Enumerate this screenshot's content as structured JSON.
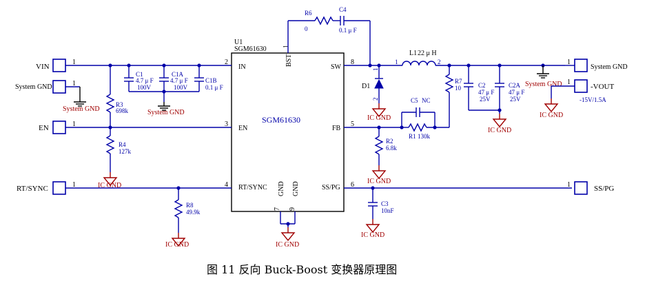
{
  "chip": {
    "ref": "U1",
    "part": "SGM61630",
    "body": "SGM61630",
    "pins": {
      "in": "IN",
      "en": "EN",
      "rt": "RT/SYNC",
      "bst": "BST",
      "sw": "SW",
      "fb": "FB",
      "sspg": "SS/PG",
      "gnd1": "GND",
      "gnd2": "GND"
    },
    "pin_numbers": {
      "in": "2",
      "en": "3",
      "rt": "4",
      "bst": "1",
      "sw": "8",
      "fb": "5",
      "sspg": "6",
      "gnd1": "7",
      "gnd2": "9"
    }
  },
  "ports": {
    "vin": "VIN",
    "sysgnd_left": "System GND",
    "en": "EN",
    "rtsync": "RT/SYNC",
    "sysgnd_right": "System GND",
    "vout": "-VOUT",
    "sspg": "SS/PG",
    "vout_note": "-15V/1.5A",
    "num": "1"
  },
  "components": {
    "C1": {
      "ref": "C1",
      "v1": "4.7 μ F",
      "v2": "100V"
    },
    "C1A": {
      "ref": "C1A",
      "v1": "4.7 μ F",
      "v2": "100V"
    },
    "C1B": {
      "ref": "C1B",
      "v1": "0.1 μ F"
    },
    "R3": {
      "ref": "R3",
      "v": "698k"
    },
    "R4": {
      "ref": "R4",
      "v": "127k"
    },
    "R8": {
      "ref": "R8",
      "v": "49.9k"
    },
    "R6": {
      "ref": "R6",
      "v": "0"
    },
    "C4": {
      "ref": "C4",
      "v": "0.1 μ F"
    },
    "L1": {
      "ref": "L1",
      "v": "22 μ H",
      "p1": "1",
      "p2": "2"
    },
    "D1": {
      "ref": "D1",
      "p1": "1",
      "p2": "2"
    },
    "R7": {
      "ref": "R7",
      "v": "10"
    },
    "C5": {
      "ref": "C5",
      "v": "NC"
    },
    "R1": {
      "ref": "R1",
      "v": "130k"
    },
    "R2": {
      "ref": "R2",
      "v": "6.8k"
    },
    "C3": {
      "ref": "C3",
      "v": "10nF"
    },
    "C2": {
      "ref": "C2",
      "v1": "47 μ F",
      "v2": "25V"
    },
    "C2A": {
      "ref": "C2A",
      "v1": "47 μ F",
      "v2": "25V"
    }
  },
  "grounds": {
    "ic": "IC GND",
    "sys": "System GND"
  },
  "caption": "图 11  反向 Buck-Boost 变换器原理图"
}
